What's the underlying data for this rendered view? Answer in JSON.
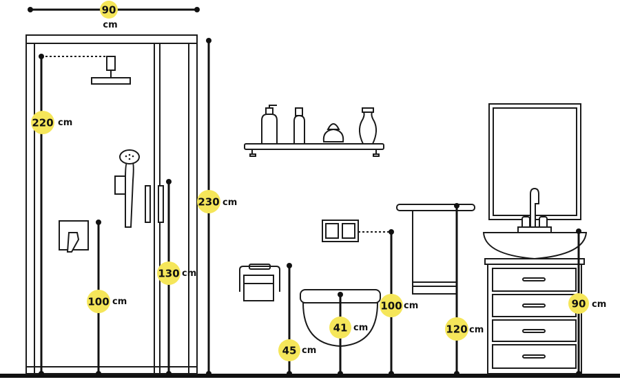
{
  "unit": "cm",
  "colors": {
    "ink": "#1a1a1a",
    "badge": "#f5e65a",
    "floor": "#111111",
    "background": "#ffffff"
  },
  "measurements": {
    "shower_width": {
      "value": "90",
      "unit": "cm"
    },
    "shower_head_height": {
      "value": "220",
      "unit": "cm"
    },
    "shower_enclosure_height": {
      "value": "230",
      "unit": "cm"
    },
    "door_handle_height": {
      "value": "130",
      "unit": "cm"
    },
    "mixer_valve_height": {
      "value": "100",
      "unit": "cm"
    },
    "toilet_paper_holder_height": {
      "value": "45",
      "unit": "cm"
    },
    "toilet_seat_height": {
      "value": "41",
      "unit": "cm"
    },
    "flush_plate_height": {
      "value": "100",
      "unit": "cm"
    },
    "towel_bar_height": {
      "value": "120",
      "unit": "cm"
    },
    "vanity_height": {
      "value": "90",
      "unit": "cm"
    }
  },
  "icons": [
    "shower-head-icon",
    "hand-shower-icon",
    "mixer-valve-icon",
    "shelf-icon",
    "bottle-icon",
    "vase-icon",
    "toilet-paper-holder-icon",
    "flush-plate-icon",
    "toilet-icon",
    "towel-bar-icon",
    "mirror-icon",
    "vanity-icon",
    "faucet-icon",
    "basin-icon"
  ]
}
